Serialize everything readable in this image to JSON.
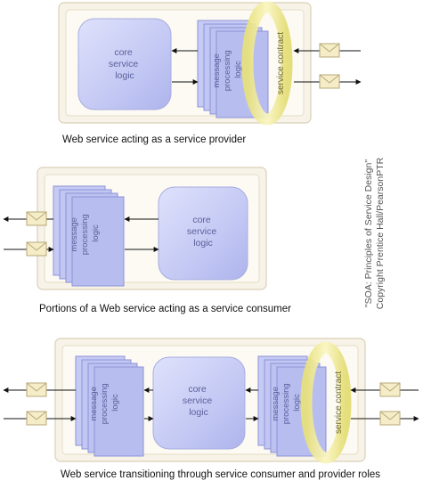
{
  "labels": {
    "core": [
      "core",
      "service",
      "logic"
    ],
    "message": [
      "message",
      "processing",
      "logic"
    ],
    "contract": "service contract"
  },
  "captions": {
    "provider": "Web service acting as a service provider",
    "consumer": "Portions of a Web service acting as a service consumer",
    "transition": "Web service transitioning through service consumer and provider roles"
  },
  "credit": {
    "line1": "\"SOA: Principles of Service Design\"",
    "line2": "Copyright Prentice Hall/PearsonPTR"
  },
  "colors": {
    "frame": "#f7f3e8",
    "frame_border": "#d9d0b6",
    "block": "#c8ccf6",
    "block_edge": "#9aa0e0",
    "ring": "#f0ec9a",
    "envelope": "#f5ecc8"
  }
}
